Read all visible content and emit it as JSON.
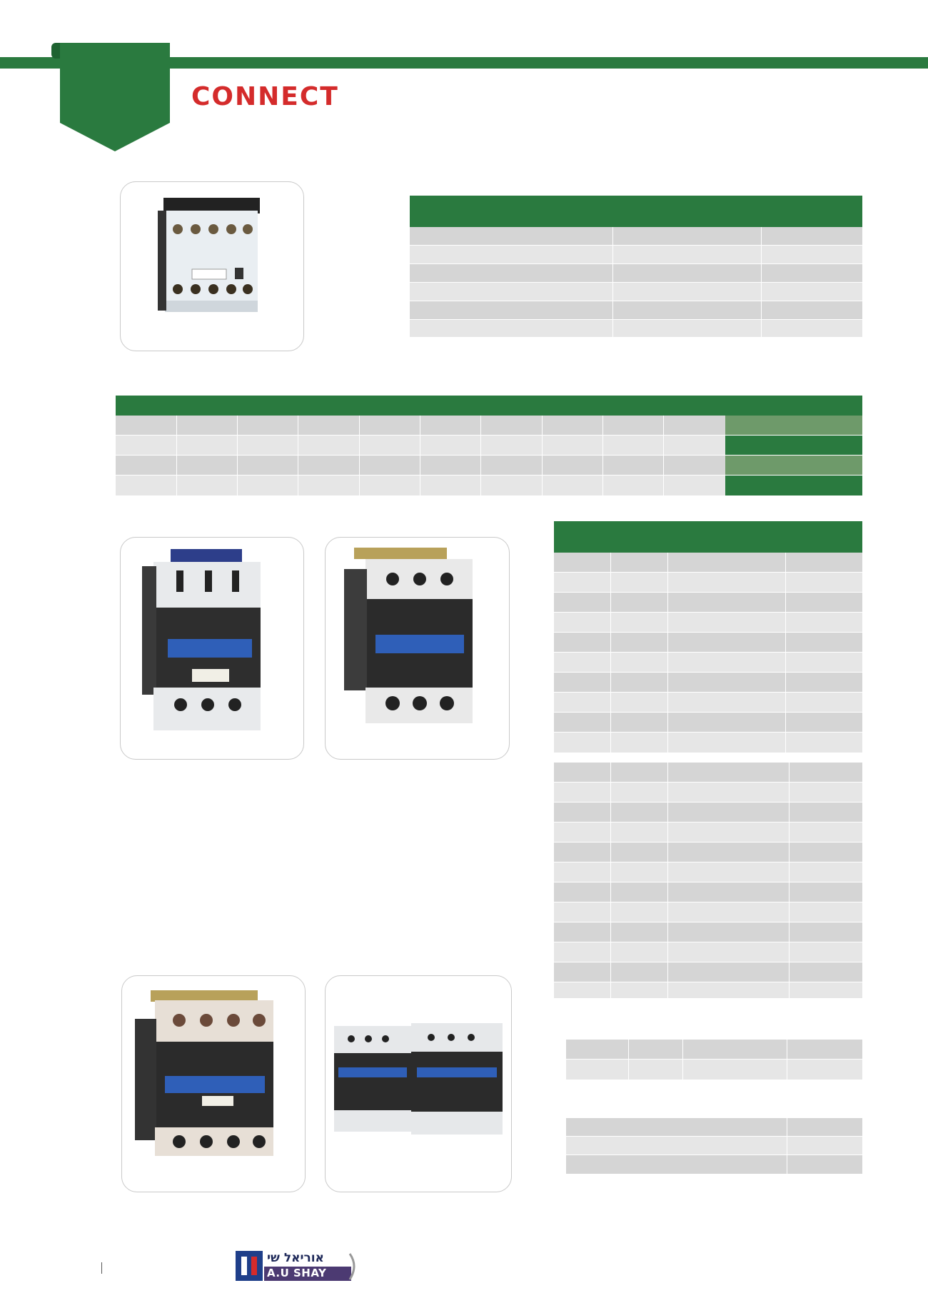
{
  "header": {
    "brand": "CONNECT",
    "colors": {
      "green": "#2a7a3f",
      "brand_red": "#d42b2b",
      "cell_grey_dark": "#d5d5d5",
      "cell_grey_light": "#e6e6e6"
    }
  },
  "products": [
    {
      "name": "mini-contactor-photo",
      "icon": "contactor-small"
    },
    {
      "name": "contactor-3pole-photo",
      "icon": "contactor-3pole"
    },
    {
      "name": "contactor-large-photo",
      "icon": "contactor-large"
    },
    {
      "name": "contactor-4pole-photo",
      "icon": "contactor-4pole"
    },
    {
      "name": "reversing-contactor-photo",
      "icon": "contactor-reversing"
    }
  ],
  "footer": {
    "logo_he": "אוריאל שי",
    "logo_en": "A.U SHAY"
  }
}
